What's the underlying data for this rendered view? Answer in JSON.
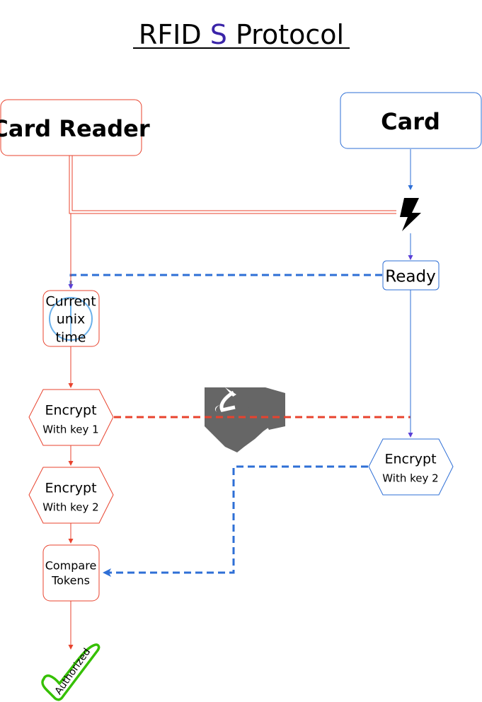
{
  "title": {
    "prefix": "RFID ",
    "accent": "S",
    "suffix": " Protocol"
  },
  "nodes": {
    "card_reader": "Card Reader",
    "card": "Card",
    "ready": "Ready",
    "current_time": [
      "Current",
      "unix",
      "time"
    ],
    "reader_encrypt_1": {
      "title": "Encrypt",
      "subtitle": "With key 1"
    },
    "reader_encrypt_2": {
      "title": "Encrypt",
      "subtitle": "With key 2"
    },
    "card_encrypt_2": {
      "title": "Encrypt",
      "subtitle": "With key 2"
    },
    "compare_tokens": [
      "Compare",
      "Tokens"
    ],
    "authorized": "Authorized"
  },
  "icons": [
    "lightning-icon",
    "handshake-icon",
    "clock-icon",
    "checkmark-icon"
  ],
  "colors": {
    "reader": "#e8432e",
    "card": "#2e6fd6",
    "accent": "#3a24a8",
    "handshake": "#666666",
    "check": "#35c000"
  }
}
